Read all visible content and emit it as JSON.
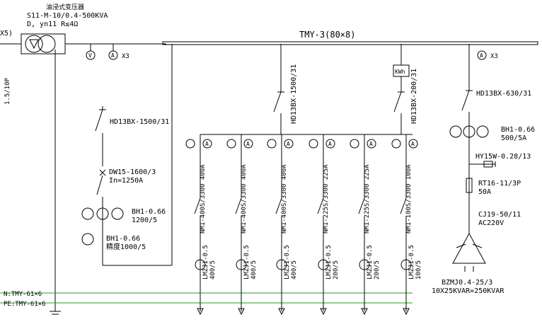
{
  "transformer": {
    "name": "油浸式变压器",
    "model": "S11-M-10/0.4-500KVA",
    "connection": "D, yn11 R≤4Ω",
    "left_label": "X5)",
    "side_label_1": "1.5/10P"
  },
  "busbar": {
    "label": "TMY-3(80×8)"
  },
  "meters_left": {
    "v": "V",
    "a": "A",
    "mult": "X3"
  },
  "incoming": {
    "switch": "HD13BX-1500/31",
    "breaker": "DW15-1600/3",
    "breaker_in": "In=1250A",
    "ct1": "BH1-0.66",
    "ct1_ratio": "1200/5",
    "ct2": "BH1-0.66",
    "ct2_ratio": "精度1000/5"
  },
  "kwh_branch": {
    "switch": "HD13BX-1500/31",
    "meter": "KWh"
  },
  "kwh_branch2": {
    "switch": "HD13BX-200/31"
  },
  "outgoing": [
    {
      "breaker": "NM1-400S/3300 400A",
      "ct": "LMZJ1-0.5",
      "ratio": "400/5"
    },
    {
      "breaker": "NM1-400S/3300 400A",
      "ct": "LMZJ1-0.5",
      "ratio": "400/5"
    },
    {
      "breaker": "NM1-400S/3300 400A",
      "ct": "LMZJ1-0.5",
      "ratio": "400/5"
    },
    {
      "breaker": "NM1-225S/3300 225A",
      "ct": "LMZJ1-0.5",
      "ratio": "200/5"
    },
    {
      "breaker": "NM1-225S/3300 225A",
      "ct": "LMZJ1-0.5",
      "ratio": "200/5"
    },
    {
      "breaker": "NM1-100S/3300 100A",
      "ct": "LMZJ1-0.5",
      "ratio": "100/5"
    }
  ],
  "capacitor": {
    "meter_mult": "X3",
    "switch": "HD13BX-630/31",
    "ct": "BH1-0.66",
    "ct_ratio": "500/5A",
    "arrester": "HY15W-0.28/13",
    "fuse": "RT16-11/3P",
    "fuse_rating": "50A",
    "contactor": "CJ19-50/11",
    "contactor_voltage": "AC220V",
    "bank": "BZMJ0.4-25/3",
    "bank_rating": "10X25KVAR=250KVAR"
  },
  "bus_labels": {
    "n": "N:TMY-61×6",
    "pe": "PE:TMY-61×6"
  },
  "colors": {
    "line": "#000000",
    "ground_bus": "#2a9d2a"
  }
}
